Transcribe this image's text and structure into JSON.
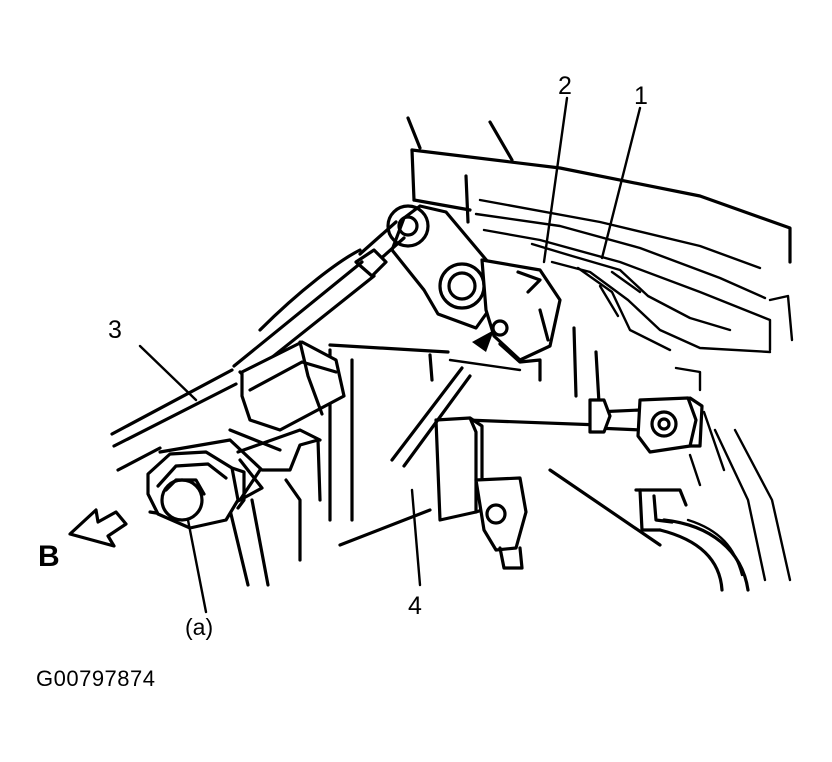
{
  "callouts": {
    "c1": "1",
    "c2": "2",
    "c3": "3",
    "c4": "4",
    "a": "(a)"
  },
  "direction_label": "B",
  "figure_code": "G00797874",
  "icons": {
    "direction_arrow": "arrow-down-left-icon"
  },
  "colors": {
    "ink": "#000000",
    "paper": "#ffffff"
  }
}
